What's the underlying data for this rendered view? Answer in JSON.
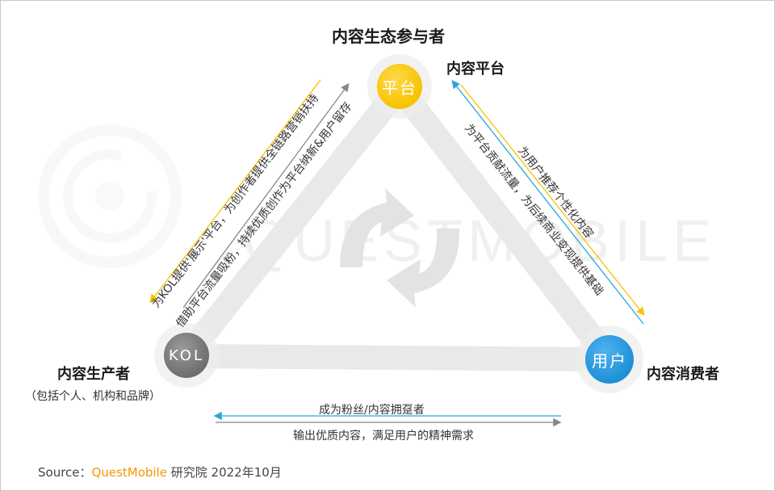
{
  "title": "内容生态参与者",
  "nodes": {
    "platform": {
      "label": "内容平台",
      "badge": "平台"
    },
    "kol": {
      "label": "内容生产者",
      "sublabel": "（包括个人、机构和品牌）",
      "badge": "KOL"
    },
    "consumer": {
      "label": "内容消费者",
      "badge": "用户"
    }
  },
  "flows": {
    "platform_to_kol": "为KOL提供'展示'平台，为创作者提供全链路营销扶持",
    "kol_to_platform": "借助平台流量吸粉，持续优质创作为平台纳新&用户留存",
    "platform_to_consumer": "为用户推荐个性化内容",
    "consumer_to_platform": "为平台贡献流量，为后续商业变现提供基础",
    "consumer_to_kol": "成为粉丝/内容拥趸者",
    "kol_to_consumer": "输出优质内容，满足用户的精神需求"
  },
  "watermark": "QUESTMOBILE",
  "source": {
    "prefix": "Source：",
    "brand": "QuestMobile",
    "suffix": " 研究院 2022年10月"
  },
  "colors": {
    "yellow": "#f7c300",
    "blue": "#2aa6dc",
    "gray": "#888888",
    "brand_orange": "#f39800"
  }
}
